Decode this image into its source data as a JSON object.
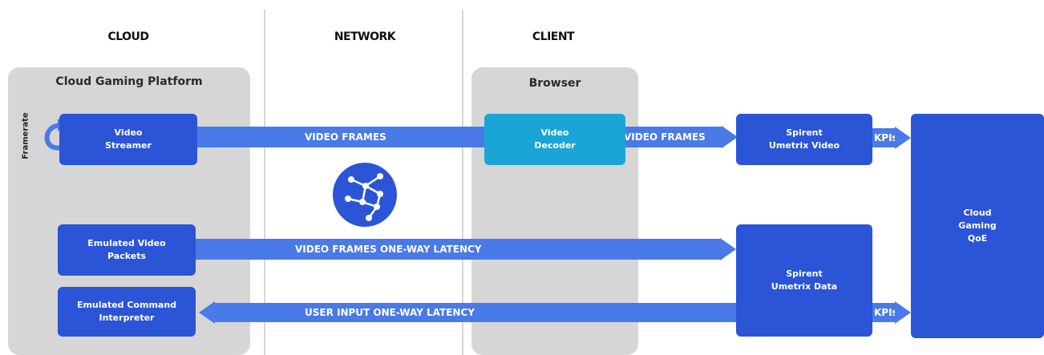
{
  "columns": {
    "cloud": "CLOUD",
    "network": "NETWORK",
    "client": "CLIENT"
  },
  "panels": {
    "cloud_platform": "Cloud Gaming Platform",
    "browser": "Browser"
  },
  "labels": {
    "framerate": "Framerate"
  },
  "boxes": {
    "video_streamer": "Video\nStreamer",
    "emulated_video_packets": "Emulated Video\nPackets",
    "emulated_command_interpreter": "Emulated Command\nInterpreter",
    "video_decoder": "Video\nDecoder",
    "spirent_umetrix_video": "Spirent\nUmetrix Video",
    "spirent_umetrix_data": "Spirent\nUmetrix Data",
    "cloud_gaming_qoe": "Cloud\nGaming\nQoE"
  },
  "arrows": {
    "video_frames_1": "VIDEO FRAMES",
    "video_frames_2": "VIDEO FRAMES",
    "video_one_way": "VIDEO FRAMES ONE-WAY LATENCY",
    "user_input_one_way": "USER INPUT ONE-WAY LATENCY",
    "kpis_1": "KPIs",
    "kpis_2": "KPIs"
  },
  "colors": {
    "box_blue": "#2b55d6",
    "decoder_cyan": "#1aa5d6",
    "arrow_blue": "#4a7ae8",
    "panel_gray": "#d6d6d6"
  },
  "icons": {
    "network": "network-globe-icon",
    "loop": "framerate-loop-icon"
  }
}
